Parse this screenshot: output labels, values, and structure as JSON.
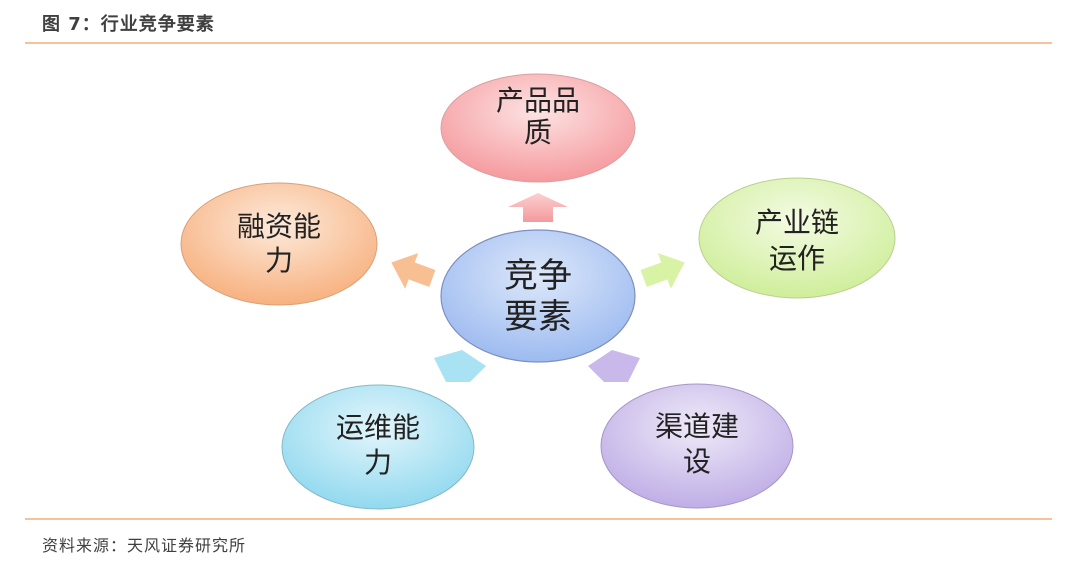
{
  "figure": {
    "title": "图 7：行业竞争要素",
    "source": "资料来源：天风证券研究所",
    "accent_color": "#f5c39a"
  },
  "diagram": {
    "center": {
      "line1": "竞争",
      "line2": "要素",
      "color": "#a9c4f2"
    },
    "nodes": [
      {
        "id": "product-quality",
        "line1": "产品品",
        "line2": "质",
        "color": "#f7a3a6",
        "position": "top"
      },
      {
        "id": "industry-chain",
        "line1": "产业链",
        "line2": "运作",
        "color": "#d8f2a6",
        "position": "right"
      },
      {
        "id": "channel-building",
        "line1": "渠道建",
        "line2": "设",
        "color": "#c7b5e8",
        "position": "bottom-right"
      },
      {
        "id": "ops-capability",
        "line1": "运维能",
        "line2": "力",
        "color": "#9fdff2",
        "position": "bottom-left"
      },
      {
        "id": "financing-capability",
        "line1": "融资能",
        "line2": "力",
        "color": "#f9b889",
        "position": "left"
      }
    ]
  }
}
